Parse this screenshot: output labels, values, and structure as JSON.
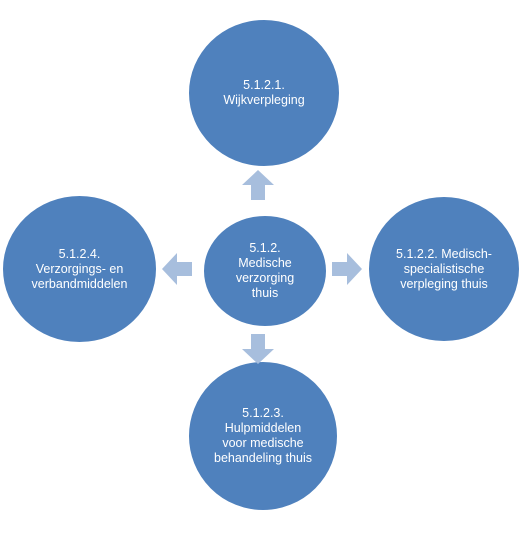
{
  "diagram": {
    "center": {
      "label": "5.1.2.\nMedische\nverzorging\nthuis"
    },
    "top": {
      "label": "5.1.2.1.\nWijkverpleging"
    },
    "right": {
      "label": "5.1.2.2. Medisch-\nspecialistische\nverpleging thuis"
    },
    "bottom": {
      "label": "5.1.2.3.\nHulpmiddelen\nvoor medische\nbehandeling thuis"
    },
    "left": {
      "label": "5.1.2.4.\nVerzorgings- en\nverbandmiddelen"
    }
  },
  "colors": {
    "node_fill": "#4f81bd",
    "arrow_fill": "#a7bedd",
    "text": "#ffffff"
  }
}
